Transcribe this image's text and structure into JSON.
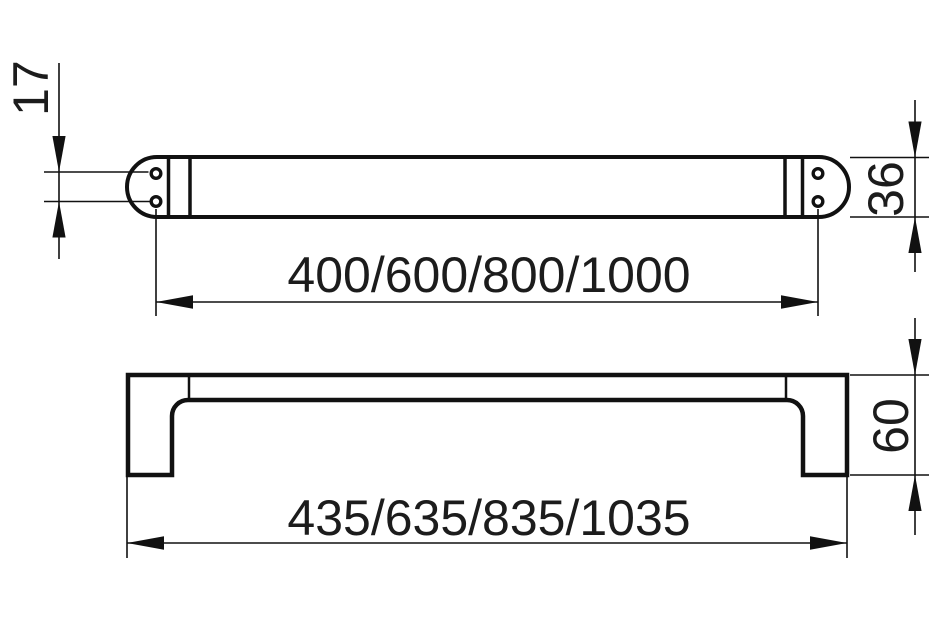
{
  "colors": {
    "line": "#111111",
    "text": "#1c1c1c",
    "background": "#ffffff"
  },
  "top_view": {
    "hole_spacing_label": "17",
    "profile_height_label": "36",
    "hole_centers_length_label": "400/600/800/1000"
  },
  "front_view": {
    "height_label": "60",
    "overall_length_label": "435/635/835/1035"
  }
}
